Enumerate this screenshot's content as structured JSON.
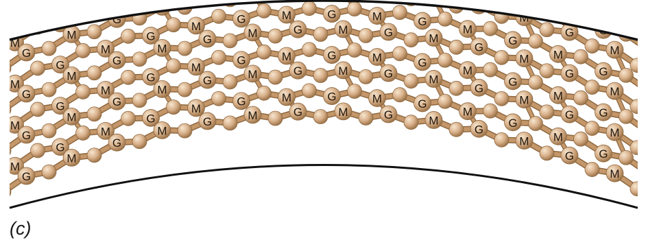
{
  "figure": {
    "panel_label": "(c)",
    "colors": {
      "strand": "#c4976a",
      "strand_shadow": "#8e6840",
      "bead_light": "#f6e6cf",
      "bead_mid": "#d8b08a",
      "bead_dark": "#9d7449",
      "outline": "#111111"
    },
    "bead_labels": {
      "glucosamine": "G",
      "muramic": "M"
    }
  }
}
